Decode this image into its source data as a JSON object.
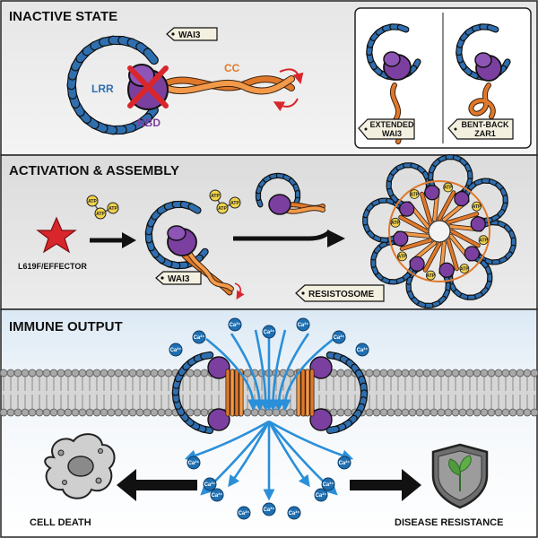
{
  "panels": {
    "inactive": {
      "title": "INACTIVE STATE"
    },
    "activation": {
      "title": "ACTIVATION & ASSEMBLY"
    },
    "immune": {
      "title": "IMMUNE OUTPUT"
    }
  },
  "labels": {
    "wai3": "WAI3",
    "lrr": "LRR",
    "nbd": "NBD",
    "cc": "CC",
    "extended_line1": "EXTENDED",
    "extended_line2": "WAI3",
    "bentback_line1": "BENT-BACK",
    "bentback_line2": "ZAR1",
    "effector": "L619F/EFFECTOR",
    "atp": "ATP",
    "resistosome": "RESISTOSOME",
    "calcium": "Ca²⁺",
    "cell_death": "CELL DEATH",
    "disease_resistance": "DISEASE RESISTANCE"
  },
  "colors": {
    "lrr_blue": "#2f6fb0",
    "nbd_purple": "#7b3fa0",
    "cc_orange": "#e0782a",
    "inhibition_red": "#d9262c",
    "effector_star": "#d9262c",
    "atp_yellow": "#f0d34a",
    "calcium_blue": "#1f6fb2",
    "membrane_gray": "#9a9a9a"
  },
  "icons": [
    "star-icon",
    "atp-icon",
    "calcium-ion-icon",
    "cell-death-icon",
    "shield-leaf-icon",
    "inhibition-x-icon"
  ]
}
